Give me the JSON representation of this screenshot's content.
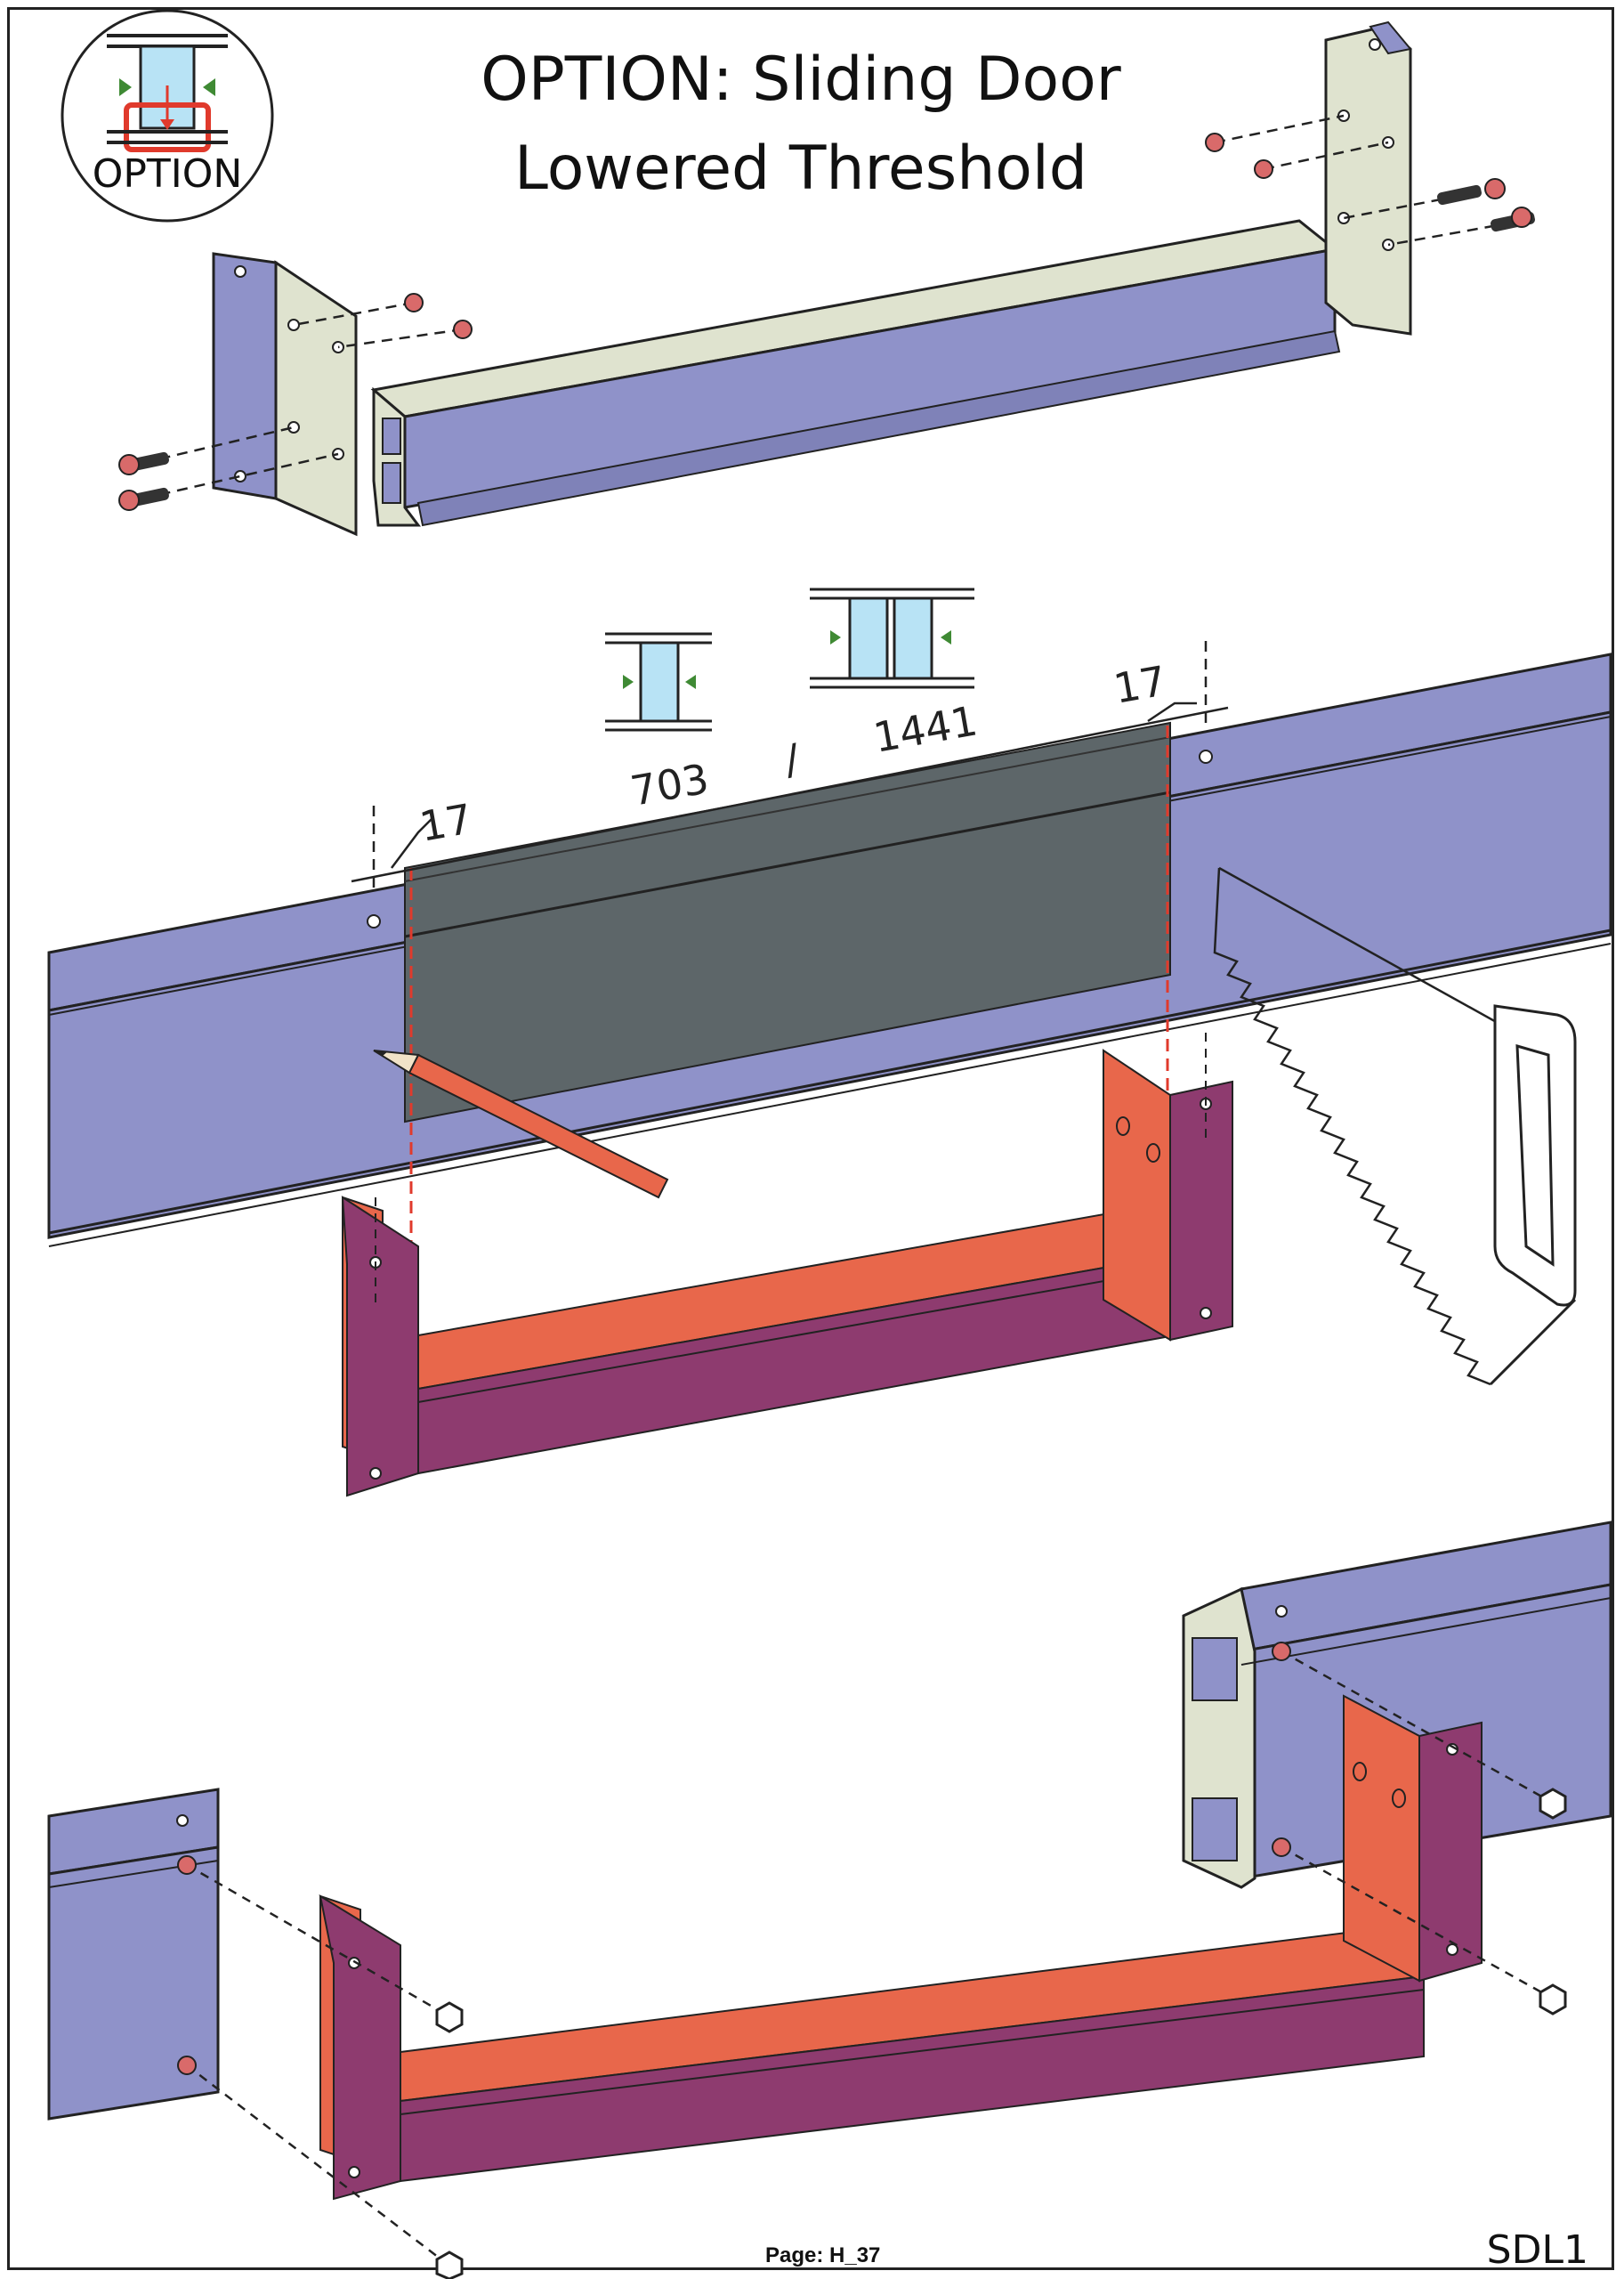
{
  "title_line1": "OPTION: Sliding Door",
  "title_line2": "Lowered Threshold",
  "option_label": "OPTION",
  "dimensions": {
    "left_offset": "17",
    "right_offset": "17",
    "single_door_length": "703",
    "separator": "/",
    "double_door_length": "1441"
  },
  "page_label": "Page: H_37",
  "drawing_code": "SDL1",
  "colors": {
    "profile_blue": "#8f92c9",
    "profile_light": "#dfe3cf",
    "cut_section": "#5d6669",
    "bracket_orange": "#e8674b",
    "bracket_purple": "#8e3b6f",
    "cut_line_red": "#e03a2c",
    "door_glass": "#b8e3f5",
    "arrow_green": "#3f8a34"
  }
}
